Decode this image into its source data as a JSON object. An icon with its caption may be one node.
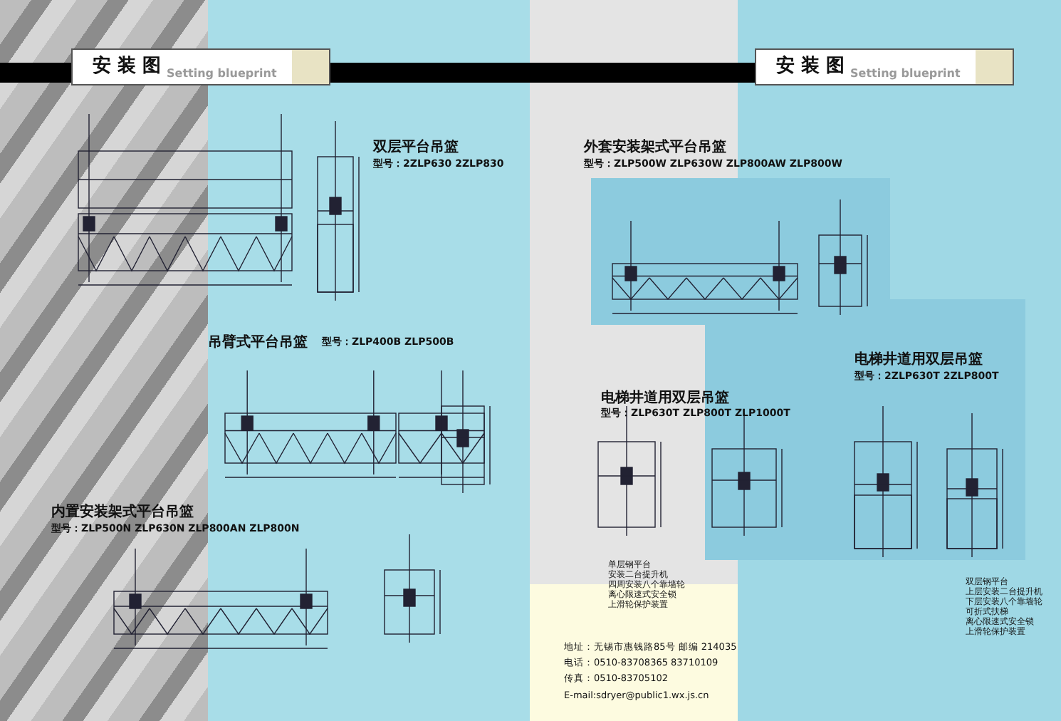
{
  "diagram": {
    "nodes": [
      {
        "text": [
          "安 装 图",
          "Setting blueprint"
        ]
      },
      {
        "text": [
          "安 装 图",
          "Setting blueprint"
        ]
      }
    ],
    "labels": [
      "双层平台吊篮",
      "型号：2ZLP630 2ZLP830",
      "吊臂式平台吊篮",
      "型号：ZLP400B ZLP500B",
      "内置安装架式平台吊篮",
      "型号：ZLP500N ZLP630N ZLP800AN ZLP800N",
      "外套安装架式平台吊篮",
      "型号：ZLP500W ZLP630W ZLP800AW ZLP800W",
      "电梯井道用双层吊篮",
      "型号：2ZLP630T 2ZLP800T",
      "电梯井道用双层吊篮",
      "型号：ZLP630T ZLP800T ZLP1000T",
      "单层钢平台",
      "安装二台提升机",
      "四周安装八个靠墙轮",
      "离心限速式安全锁",
      "上滑轮保护装置",
      "双层钢平台",
      "上层安装二台提升机",
      "下层安装八个靠墙轮",
      "可折式扶梯",
      "离心限速式安全锁",
      "上滑轮保护装置",
      "地址：无锡市惠钱路85号 邮编 214035",
      "电话：0510-83708365 83710109",
      "传真：0510-83705102",
      "E-mail:sdryer@public1.wx.js.cn"
    ]
  }
}
